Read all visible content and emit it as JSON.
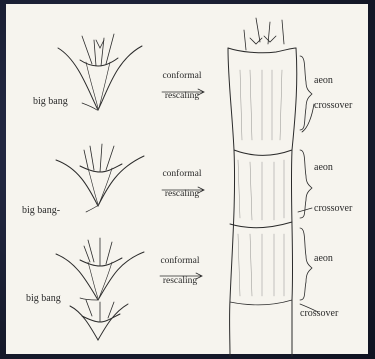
{
  "diagram": {
    "big_bang_labels": [
      "big bang",
      "big bang-",
      "big bang"
    ],
    "conformal_labels": [
      {
        "line1": "conformal",
        "line2": "rescaling"
      },
      {
        "line1": "conformal",
        "line2": "rescaling"
      },
      {
        "line1": "conformal",
        "line2": "rescaling"
      }
    ],
    "aeon_labels": [
      "aeon",
      "aeon",
      "aeon"
    ],
    "crossover_labels": [
      "crossover",
      "crossover",
      "crossover"
    ]
  },
  "colors": {
    "ink": "#2a2a2a",
    "paper": "#f6f4ee",
    "background": "#1d2236"
  }
}
